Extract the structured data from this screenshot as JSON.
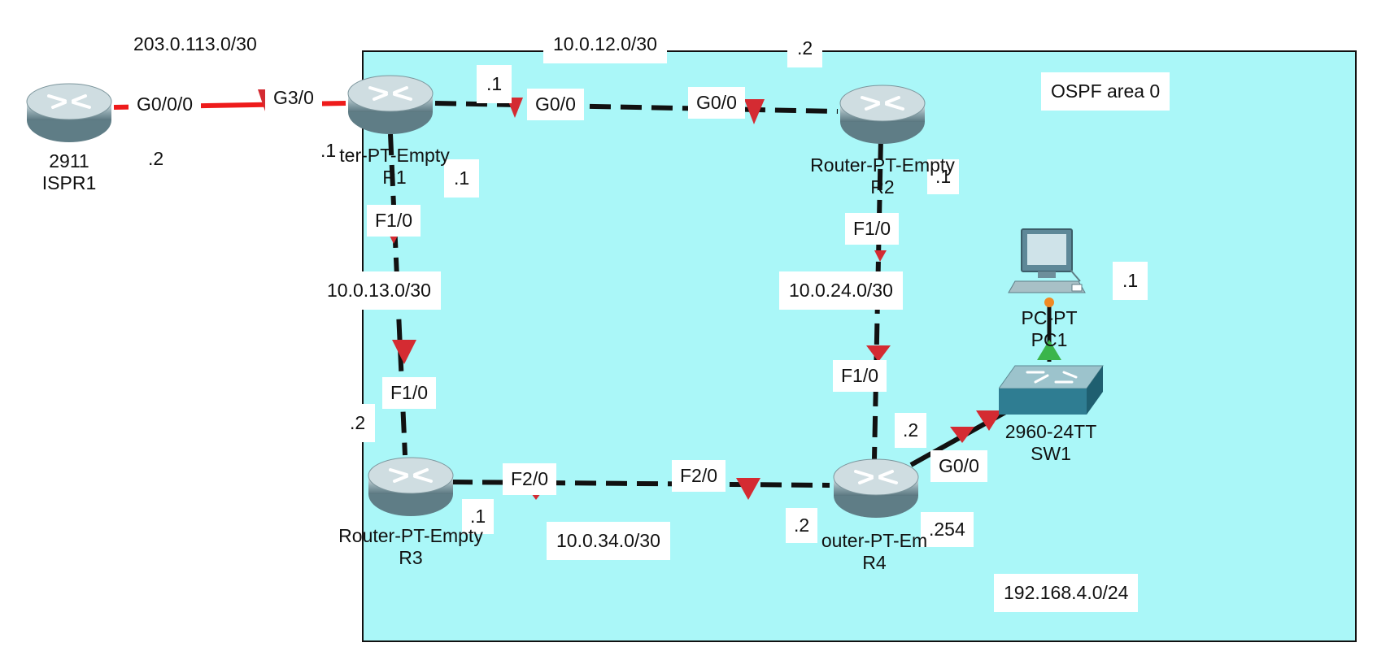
{
  "area": {
    "label": "OSPF area 0",
    "color": "#aaf7f8"
  },
  "colors": {
    "wan_link": "#ee1b1b",
    "lan_link": "#111111",
    "port_marker": "#d42b32",
    "up_marker": "#3ab54a"
  },
  "subnets": {
    "wan": "203.0.113.0/30",
    "r1_r2": "10.0.12.0/30",
    "r1_r3": "10.0.13.0/30",
    "r2_r4": "10.0.24.0/30",
    "r3_r4": "10.0.34.0/30",
    "lan": "192.168.4.0/24"
  },
  "devices": {
    "ispr1": {
      "model": "2911",
      "name": "ISPR1",
      "icon": "router-icon"
    },
    "r1": {
      "model": "ter-PT-Empty",
      "name": "R1",
      "icon": "router-icon"
    },
    "r2": {
      "model": "Router-PT-Empty",
      "name": "R2",
      "icon": "router-icon"
    },
    "r3": {
      "model": "Router-PT-Empty",
      "name": "R3",
      "icon": "router-icon"
    },
    "r4": {
      "model": "outer-PT-Em",
      "name": "R4",
      "icon": "router-icon"
    },
    "sw1": {
      "model": "2960-24TT",
      "name": "SW1",
      "icon": "switch-icon"
    },
    "pc1": {
      "model": "PC-PT",
      "name": "PC1",
      "icon": "pc-icon"
    }
  },
  "interfaces": {
    "ispr1_g000": "G0/0/0",
    "r1_g30": "G3/0",
    "r1_g00": "G0/0",
    "r2_g00": "G0/0",
    "r1_f10": "F1/0",
    "r3_f10": "F1/0",
    "r2_f10": "F1/0",
    "r4_f10": "F1/0",
    "r3_f20": "F2/0",
    "r4_f20": "F2/0",
    "r4_g00": "G0/0"
  },
  "hosts": {
    "ispr1_wan": ".2",
    "r1_wan": ".1",
    "r1_r12": ".1",
    "r2_r12": ".2",
    "r1_r13": ".1",
    "r2_r24": ".1",
    "r3_r13": ".2",
    "r3_r34": ".1",
    "r4_r34": ".2",
    "r4_r24": ".2",
    "r4_lan": ".254",
    "pc1_lan": ".1"
  }
}
